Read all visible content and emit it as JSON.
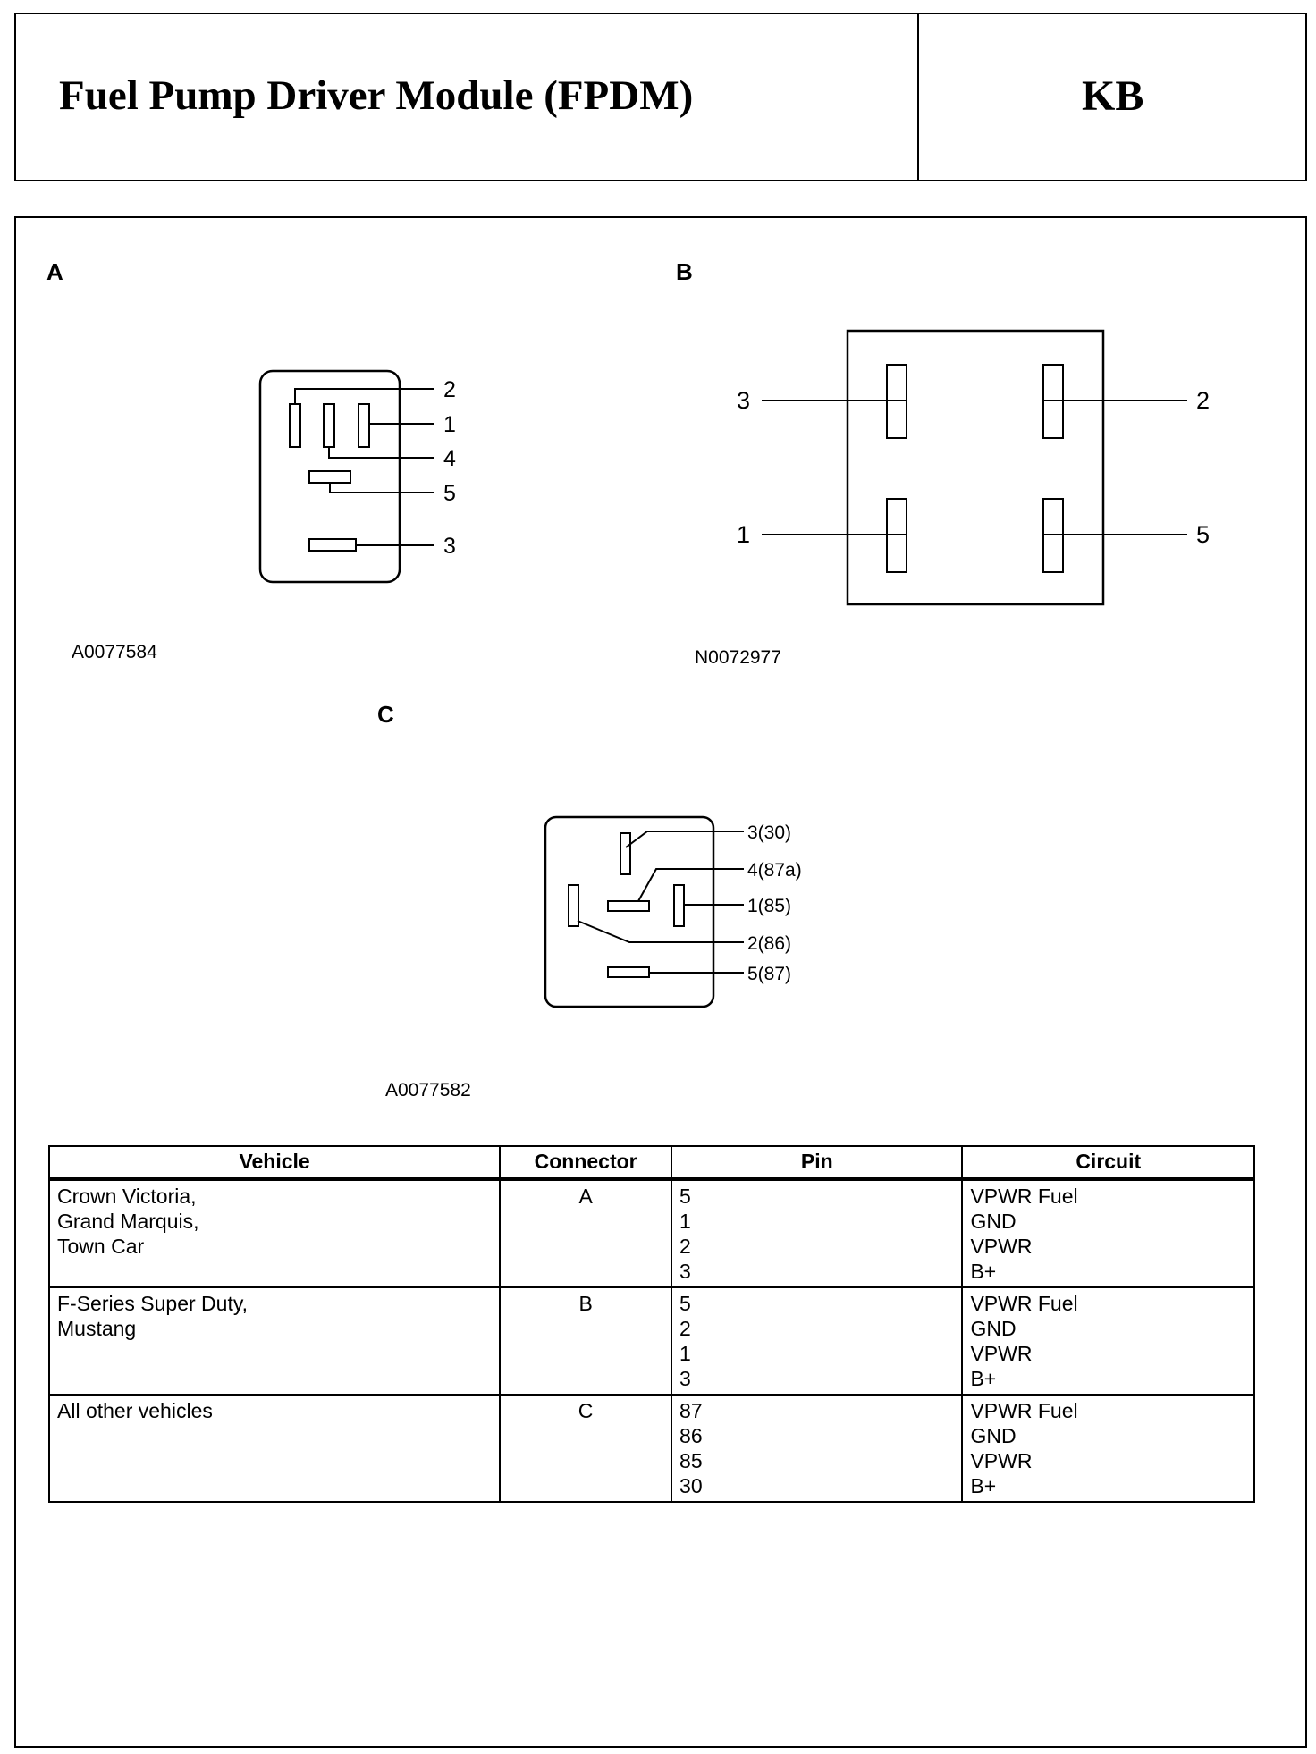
{
  "header": {
    "title": "Fuel Pump Driver Module (FPDM)",
    "code": "KB"
  },
  "panels": {
    "a": {
      "label": "A",
      "figure_id": "A0077584",
      "pins": [
        "2",
        "1",
        "4",
        "5",
        "3"
      ]
    },
    "b": {
      "label": "B",
      "figure_id": "N0072977",
      "pins": [
        "3",
        "2",
        "1",
        "5"
      ]
    },
    "c": {
      "label": "C",
      "figure_id": "A0077582",
      "pins": [
        "3(30)",
        "4(87a)",
        "1(85)",
        "2(86)",
        "5(87)"
      ]
    }
  },
  "table": {
    "headers": [
      "Vehicle",
      "Connector",
      "Pin",
      "Circuit"
    ],
    "rows": [
      {
        "vehicle": [
          "Crown Victoria,",
          "Grand Marquis,",
          "Town Car"
        ],
        "connector": "A",
        "pins": [
          "5",
          "1",
          "2",
          "3"
        ],
        "circuits": [
          "VPWR Fuel",
          "GND",
          "VPWR",
          "B+"
        ]
      },
      {
        "vehicle": [
          "F-Series Super Duty,",
          "Mustang"
        ],
        "connector": "B",
        "pins": [
          "5",
          "2",
          "1",
          "3"
        ],
        "circuits": [
          "VPWR Fuel",
          "GND",
          "VPWR",
          "B+"
        ]
      },
      {
        "vehicle": [
          "All other vehicles"
        ],
        "connector": "C",
        "pins": [
          "87",
          "86",
          "85",
          "30"
        ],
        "circuits": [
          "VPWR Fuel",
          "GND",
          "VPWR",
          "B+"
        ]
      }
    ]
  }
}
